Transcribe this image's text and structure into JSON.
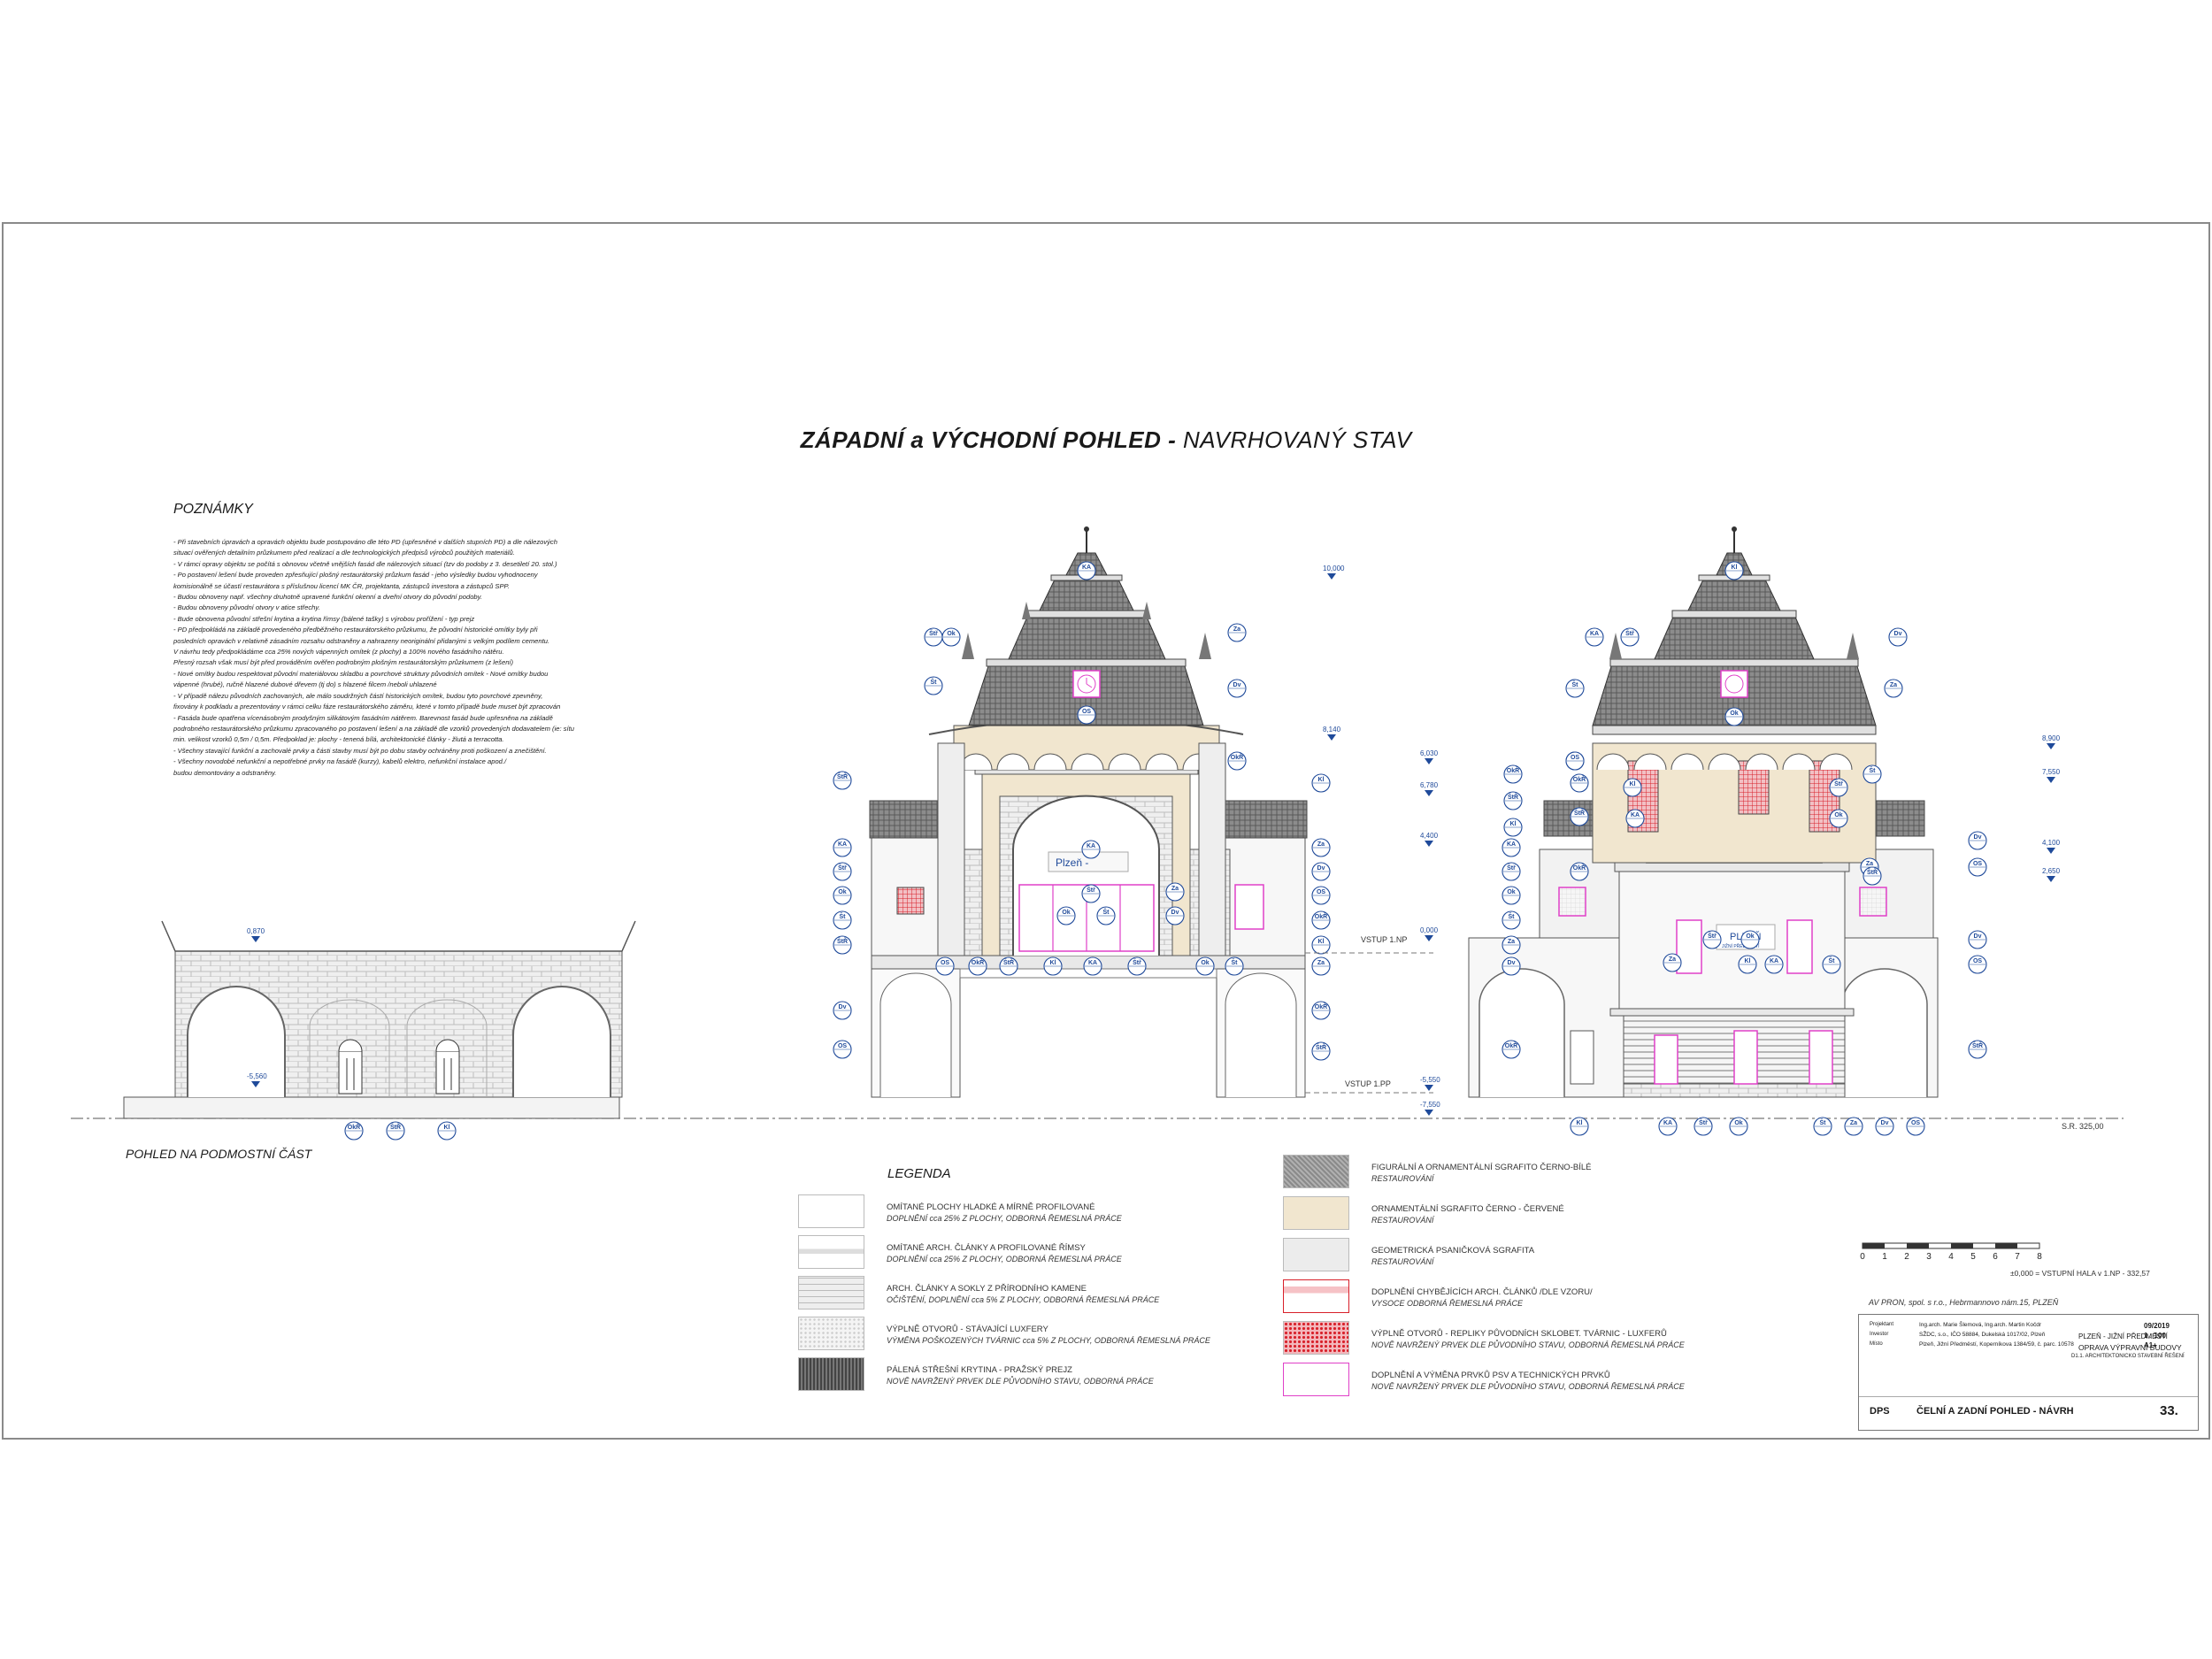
{
  "title": {
    "main": "ZÁPADNÍ a VÝCHODNÍ POHLED - ",
    "sub": "NAVRHOVANÝ STAV"
  },
  "notes": {
    "heading": "POZNÁMKY",
    "lines": [
      "- Při stavebních úpravách a opravách objektu bude postupováno dle této PD (upřesněné v dalších stupních PD) a dle nálezových",
      "  situací ověřených detailním průzkumem před realizací a dle technologických předpisů výrobců použitých materiálů.",
      "- V rámci opravy objektu se počítá s obnovou včetně vnějších fasád dle nálezových situací (tzv do podoby z 3. desetiletí 20. stol.)",
      "- Po postavení lešení bude proveden zpřesňující plošný restaurátorský průzkum fasád - jeho výsledky budou vyhodnoceny",
      "  komisionálně se účastí restaurátora s příslušnou licencí MK ČR, projektanta, zástupců investora a zástupců SPP.",
      "- Budou obnoveny např. všechny druhotně upravené funkční okenní a dveřní otvory do původní podoby.",
      "- Budou obnoveny původní otvory v atice střechy.",
      "- Bude obnovena původní střešní krytina a krytina římsy (bálené tašky) s výrobou prořížení - typ prejz",
      "- PD předpokládá na základě provedeného předběžného restaurátorského průzkumu, že původní historické omítky byly při",
      "  posledních opravách v relativně zásadním rozsahu odstraněny a nahrazeny neoriginální přidanými s velkým podílem cementu.",
      "  V návrhu tedy předpokládáme cca 25% nových vápenných omítek (z plochy) a 100% nového fasádního nátěru.",
      "  Přesný rozsah však musí být před prováděním ověřen podrobným plošným restaurátorským průzkumem (z lešení)",
      "- Nové omítky budou respektovat původní materiálovou skladbu a povrchové struktury původních omítek - Nové omítky budou",
      "  vápenné (hrubé), ručně hlazené dubové dřevem (tj do) s hlazené filcem /neboli uhlazené",
      "- V případě nálezu původních zachovaných, ale málo soudržných částí historických omítek, budou tyto povrchové zpevněny,",
      "  fixovány k podkladu a prezentovány v rámci celku fáze restaurátorského záměru, které v tomto případě bude muset být zpracován",
      "- Fasáda bude opatřena vícenásobným prodyšným silikátovým fasádním nátěrem. Barevnost fasád bude upřesněna na základě",
      "  podrobného restaurátorského průzkumu zpracovaného po postavení lešení a na základě dle vzorků provedených dodavatelem (ie: sítu",
      "  min. velikost vzorků 0,5m / 0,5m. Předpoklad je: plochy - tenená bílá, architektonické články - žlutá a terracotta.",
      "- Všechny stavající funkční a zachovalé prvky a části stavby musí být po dobu stavby ochráněny proti poškození a znečištění.",
      "- Všechny novodobé nefunkční a nepotřebné prvky na fasádě (kurzy), kabelů elektro, nefunkční instalace apod./",
      "  budou demontovány a odstraněny."
    ]
  },
  "drawing": {
    "bottom_view_label": "POHLED NA PODMOSTNÍ ČÁST",
    "level_labels": {
      "vstup_1np": "VSTUP 1.NP",
      "vstup_1pp": "VSTUP 1.PP",
      "sr": "S.R. 325,00",
      "datum": "±0,000 = VSTUPNÍ HALA v 1.NP - 332,57"
    },
    "elev_values": [
      "10,000",
      "8,140",
      "6,030",
      "6,780",
      "4,400",
      "0,000",
      "-5,550",
      "-7,550",
      "0,870",
      "-5,560",
      "8,900",
      "7,550",
      "4,100",
      "2,650"
    ],
    "facade_text_left": "Plzeň - ",
    "facade_text_right": "PLZEŇ",
    "facade_text_right_sub": "JIŽNÍ PŘEDMĚSTÍ",
    "tags": [
      "KA",
      "Štř",
      "Ok",
      "Št",
      "Za",
      "Dv",
      "OS",
      "OkŘ",
      "ŠtŘ",
      "Kl"
    ],
    "scale_labels": [
      "0",
      "1",
      "2",
      "3",
      "4",
      "5",
      "6",
      "7",
      "8"
    ]
  },
  "legend": {
    "heading": "LEGENDA",
    "left": [
      {
        "t1": "OMÍTANÉ PLOCHY HLADKÉ A MÍRNĚ PROFILOVANÉ",
        "t2": "DOPLNĚNÍ cca 25% Z PLOCHY, ODBORNÁ ŘEMESLNÁ PRÁCE"
      },
      {
        "t1": "OMÍTANÉ ARCH. ČLÁNKY A PROFILOVANÉ ŘÍMSY",
        "t2": "DOPLNĚNÍ cca 25% Z PLOCHY, ODBORNÁ ŘEMESLNÁ PRÁCE"
      },
      {
        "t1": "ARCH. ČLÁNKY A SOKLY Z PŘÍRODNÍHO KAMENE",
        "t2": "OČIŠTĚNÍ, DOPLNĚNÍ cca 5% Z PLOCHY, ODBORNÁ ŘEMESLNÁ PRÁCE"
      },
      {
        "t1": "VÝPLNĚ OTVORŮ - STÁVAJÍCÍ LUXFERY",
        "t2": "VÝMĚNA POŠKOZENÝCH TVÁRNIC cca 5% Z PLOCHY, ODBORNÁ ŘEMESLNÁ PRÁCE"
      },
      {
        "t1": "PÁLENÁ STŘEŠNÍ KRYTINA - PRAŽSKÝ PREJZ",
        "t2": "NOVĚ NAVRŽENÝ PRVEK DLE PŮVODNÍHO STAVU, ODBORNÁ PRÁCE"
      }
    ],
    "right": [
      {
        "t1": "FIGURÁLNÍ A ORNAMENTÁLNÍ SGRAFITO ČERNO-BÍLÉ",
        "t2": "RESTAUROVÁNÍ"
      },
      {
        "t1": "ORNAMENTÁLNÍ SGRAFITO ČERNO - ČERVENÉ",
        "t2": "RESTAUROVÁNÍ"
      },
      {
        "t1": "GEOMETRICKÁ PSANIČKOVÁ SGRAFITA",
        "t2": "RESTAUROVÁNÍ"
      },
      {
        "t1": "DOPLNĚNÍ CHYBĚJÍCÍCH ARCH. ČLÁNKŮ /DLE VZORU/",
        "t2": "VYSOCE ODBORNÁ ŘEMESLNÁ PRÁCE"
      },
      {
        "t1": "VÝPLNĚ OTVORŮ - REPLIKY PŮVODNÍCH SKLOBET. TVÁRNIC - LUXFERŮ",
        "t2": "NOVĚ NAVRŽENÝ PRVEK DLE PŮVODNÍHO STAVU, ODBORNÁ ŘEMESLNÁ PRÁCE"
      },
      {
        "t1": "DOPLNĚNÍ A VÝMĚNA PRVKŮ PSV A TECHNICKÝCH PRVKŮ",
        "t2": "NOVĚ NAVRŽENÝ PRVEK DLE PŮVODNÍHO STAVU, ODBORNÁ ŘEMESLNÁ PRÁCE"
      }
    ]
  },
  "titleblock": {
    "company": "AV PRON, spol. s r.o., Hebrmannovo nám.15, PLZEŇ",
    "rows": [
      [
        "Projektant",
        "Ing.arch. Marie Šlemová, Ing.arch. Martin Kočdr"
      ],
      [
        "Investor",
        "SŽDC, s.o., IČO 58884, Dukelská 1017/02, Plzeň"
      ],
      [
        "Místo",
        "Plzeň, Jižní Předměstí, Koperníkova 1384/59, č. parc. 10578"
      ]
    ],
    "date": "09/2019",
    "scale": "1 : 100",
    "format": "A1+",
    "project1": "PLZEŇ - JIŽNÍ PŘEDMĚSTÍ",
    "project2": "OPRAVA VÝPRAVNÍ BUDOVY",
    "project3": "D1.1. ARCHITEKTONICKO STAVEBNÍ ŘEŠENÍ",
    "stage": "DPS",
    "sheet_name": "ČELNÍ A ZADNÍ POHLED - NÁVRH",
    "sheet_no": "33."
  },
  "colors": {
    "line": "#3a3a3a",
    "grey": "#9a9a9a",
    "beige": "#f1e6cf",
    "pink": "#e040c8",
    "red": "#d8202a",
    "blue": "#1f4a9a"
  }
}
